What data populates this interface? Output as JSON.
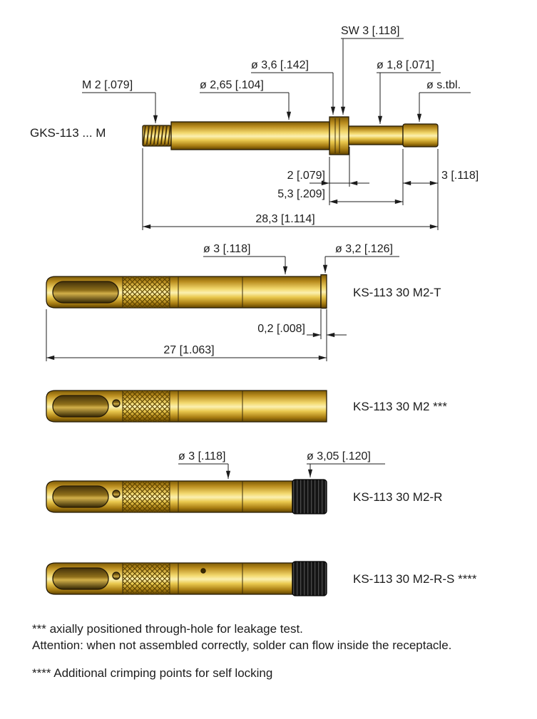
{
  "colors": {
    "brass_dark": "#5f4300",
    "brass_mid": "#e9c84e",
    "brass_light": "#fbf0b0",
    "outline": "#241a06",
    "sleeve_black": "#141414"
  },
  "probe": {
    "label": "GKS-113 ... M",
    "callouts": {
      "sw": "SW 3 [.118]",
      "dia_3_6": "ø 3,6 [.142]",
      "dia_1_8": "ø 1,8 [.071]",
      "m2": "M 2 [.079]",
      "dia_2_65": "ø 2,65 [.104]",
      "dia_s_tbl": "ø s.tbl."
    },
    "dimensions": {
      "len_2": "2 [.079]",
      "len_5_3": "5,3 [.209]",
      "len_3": "3 [.118]",
      "len_28_3": "28,3 [1.114]"
    }
  },
  "receptacle_t": {
    "label": "KS-113 30 M2-T",
    "callouts": {
      "dia_3": "ø 3 [.118]",
      "dia_3_2": "ø 3,2 [.126]"
    },
    "dimensions": {
      "len_0_2": "0,2 [.008]",
      "len_27": "27 [1.063]"
    }
  },
  "receptacle_m2": {
    "label": "KS-113 30 M2 ***"
  },
  "receptacle_r": {
    "label": "KS-113 30 M2-R",
    "callouts": {
      "dia_3": "ø 3 [.118]",
      "dia_3_05": "ø 3,05 [.120]"
    }
  },
  "receptacle_rs": {
    "label": "KS-113 30 M2-R-S ****"
  },
  "footnotes": {
    "leakage": "*** axially positioned through-hole for leakage test.",
    "attention": "Attention: when not assembled correctly, solder can flow inside the receptacle.",
    "crimping": "**** Additional crimping points for self locking"
  }
}
